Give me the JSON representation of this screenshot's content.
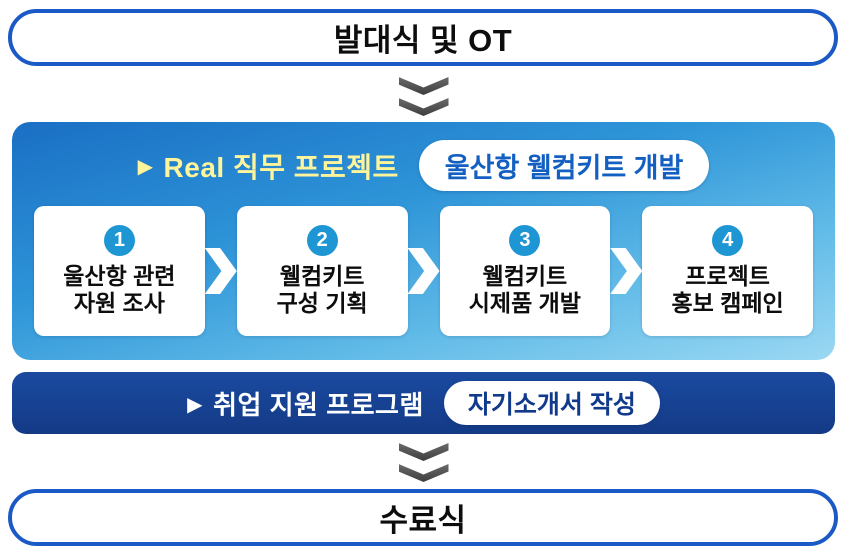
{
  "colors": {
    "banner_border_blue": "#1b5ac6",
    "project_gradient_top": "#1a6fc4",
    "project_gradient_bottom": "#9bd8f3",
    "employ_bar_navy": "#143a86",
    "title_yellow": "#fdf49c",
    "badge_text_blue": "#1360c2",
    "step_number_circle": "#1e96d4",
    "arrow_gray": "#4a4a4a"
  },
  "top_banner": {
    "label": "발대식 및 OT"
  },
  "project": {
    "header": {
      "marker": "▶",
      "title": "Real 직무 프로젝트",
      "badge": "울산항 웰컴키트 개발"
    },
    "steps": [
      {
        "number": "1",
        "line1": "울산항 관련",
        "line2": "자원 조사"
      },
      {
        "number": "2",
        "line1": "웰컴키트",
        "line2": "구성 기획"
      },
      {
        "number": "3",
        "line1": "웰컴키트",
        "line2": "시제품 개발"
      },
      {
        "number": "4",
        "line1": "프로젝트",
        "line2": "홍보 캠페인"
      }
    ]
  },
  "employment": {
    "marker": "▶",
    "title": "취업 지원 프로그램",
    "badge": "자기소개서 작성"
  },
  "bottom_banner": {
    "label": "수료식"
  }
}
